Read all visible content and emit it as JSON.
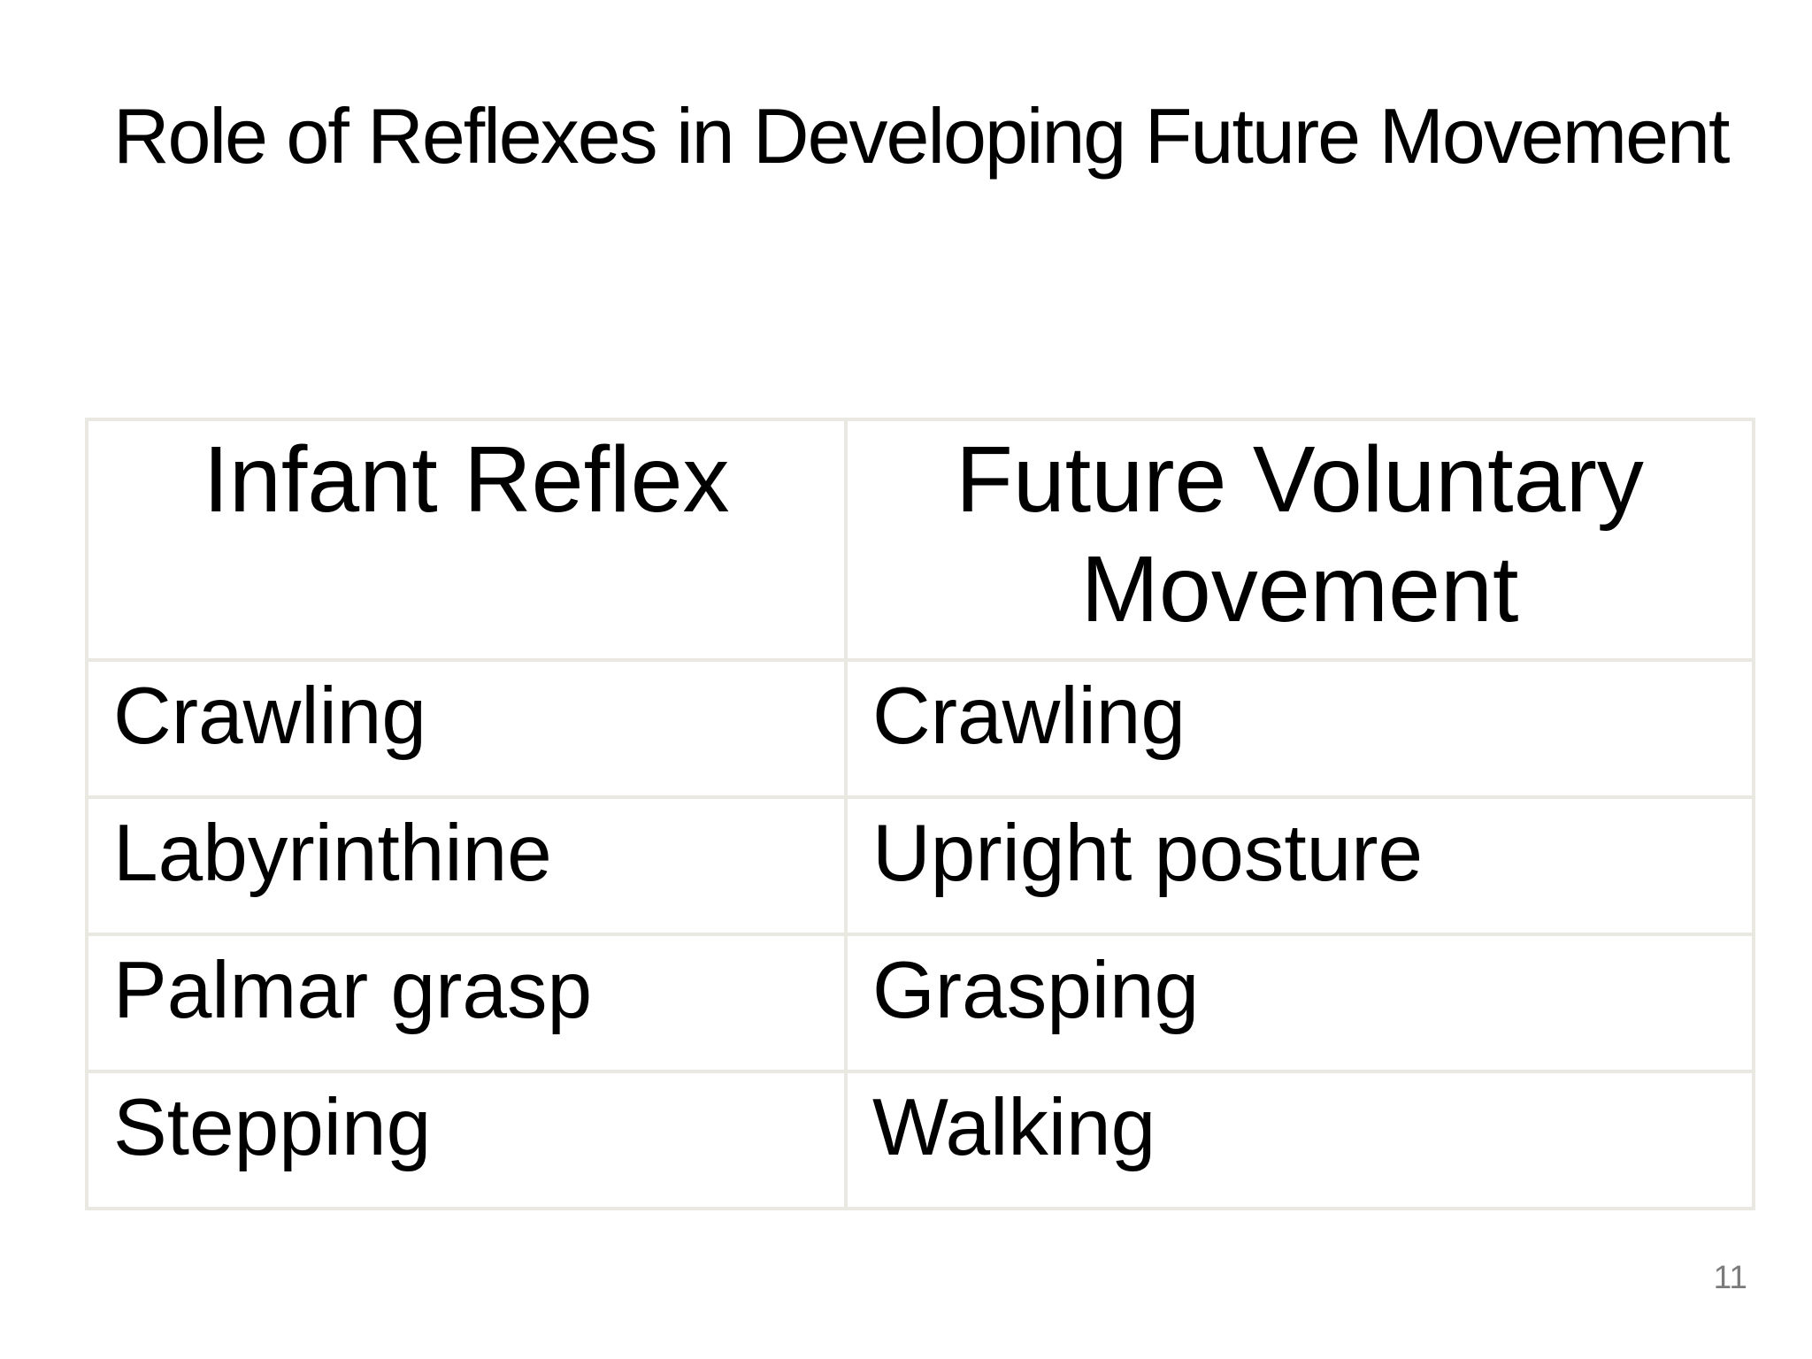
{
  "slide": {
    "title": "Role of Reflexes in Developing Future Movement",
    "page_number": "11",
    "colors": {
      "background": "#ffffff",
      "text": "#000000",
      "table_border": "#eae9e1",
      "page_number_gray": "#7b7b7b"
    },
    "table": {
      "columns": [
        "Infant Reflex",
        "Future Voluntary Movement"
      ],
      "rows": [
        [
          "Crawling",
          "Crawling"
        ],
        [
          "Labyrinthine",
          "Upright posture"
        ],
        [
          "Palmar grasp",
          "Grasping"
        ],
        [
          "Stepping",
          "Walking"
        ]
      ]
    }
  }
}
